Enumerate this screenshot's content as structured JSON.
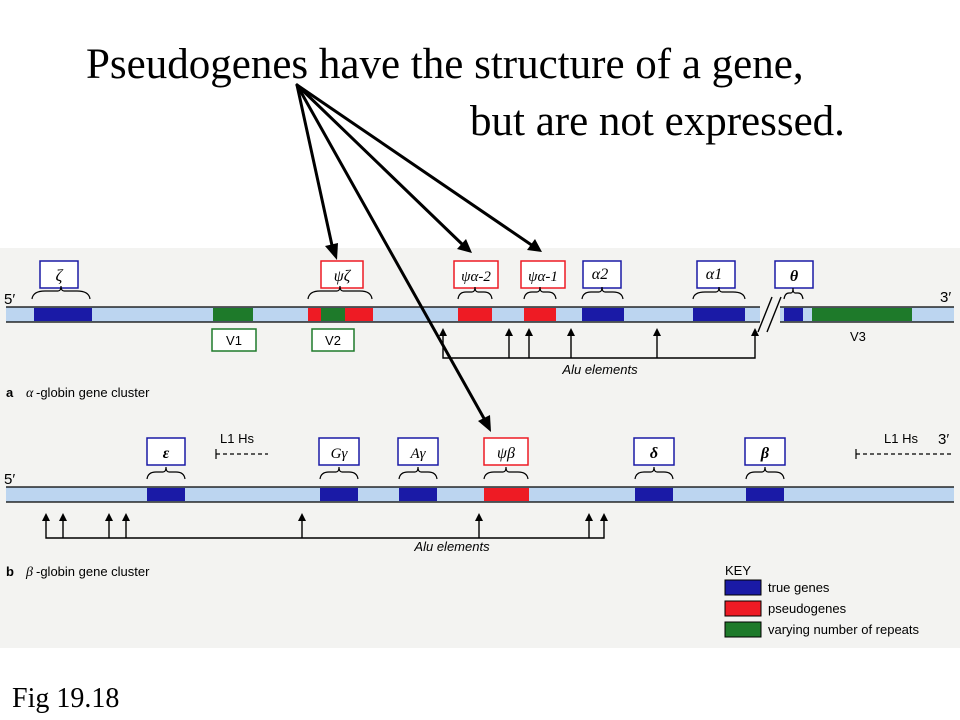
{
  "title": {
    "line1": "Pseudogenes have the structure of a gene,",
    "line2": "but are not expressed."
  },
  "caption": "Fig 19.18",
  "colors": {
    "true_gene": "#1a1aa6",
    "pseudogene": "#ee1b24",
    "repeat": "#1e7a2a",
    "chromosome": "#bcd5f0"
  },
  "alpha_cluster": {
    "label_letter": "a",
    "label_greek": "α",
    "label_text": "-globin gene cluster",
    "end5": "5′",
    "end3": "3′",
    "genes": [
      {
        "label": "ζ",
        "type": "true"
      },
      {
        "label": "ψζ",
        "type": "pseudo"
      },
      {
        "label": "ψα-2",
        "type": "pseudo"
      },
      {
        "label": "ψα-1",
        "type": "pseudo"
      },
      {
        "label": "α2",
        "type": "true"
      },
      {
        "label": "α1",
        "type": "true"
      },
      {
        "label": "θ",
        "type": "true"
      }
    ],
    "repeats": [
      "V1",
      "V2",
      "V3"
    ],
    "alu_label": "Alu elements"
  },
  "beta_cluster": {
    "label_letter": "b",
    "label_greek": "β",
    "label_text": "-globin gene cluster",
    "end5": "5′",
    "end3": "3′",
    "genes": [
      {
        "label": "ε",
        "type": "true"
      },
      {
        "label": "Gγ",
        "type": "true"
      },
      {
        "label": "Aγ",
        "type": "true"
      },
      {
        "label": "ψβ",
        "type": "pseudo"
      },
      {
        "label": "δ",
        "type": "true"
      },
      {
        "label": "β",
        "type": "true"
      }
    ],
    "l1_label_1": "L1 Hs",
    "l1_label_2": "L1 Hs",
    "alu_label": "Alu elements"
  },
  "key": {
    "title": "KEY",
    "items": [
      "true genes",
      "pseudogenes",
      "varying number of repeats"
    ]
  }
}
